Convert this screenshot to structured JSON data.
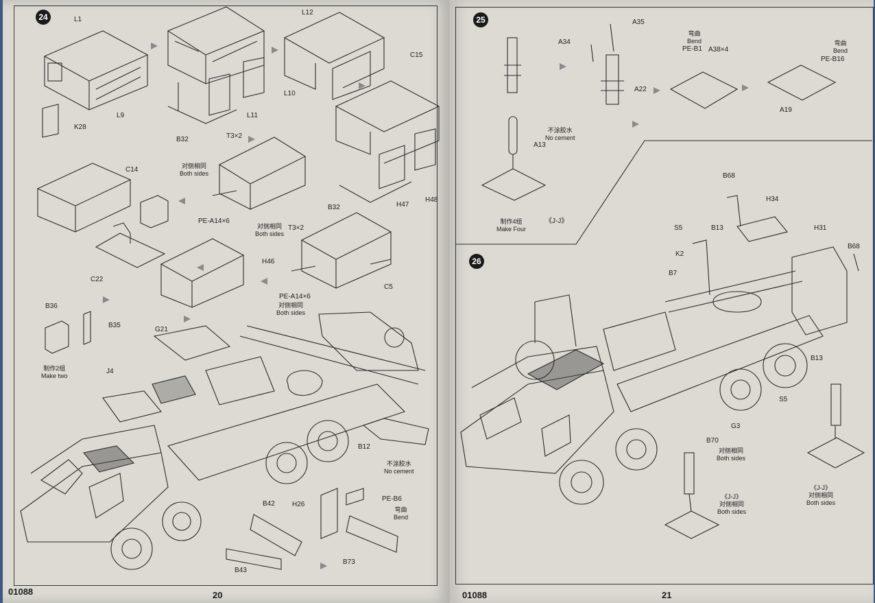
{
  "left_page": {
    "step": "24",
    "page_number": "20",
    "catalog_number": "01088",
    "parts": [
      "L1",
      "L12",
      "C15",
      "L9",
      "K28",
      "L10",
      "L11",
      "B32",
      "T3×2",
      "PE-A14×6",
      "C14",
      "C22",
      "H46",
      "T3×2",
      "PE-A14×6",
      "C5",
      "B32",
      "H47",
      "H48",
      "B36",
      "B35",
      "G21",
      "J4",
      "B12",
      "B42",
      "H26",
      "PE-B6",
      "B43",
      "B73"
    ],
    "notes": {
      "both_sides_cn": "对侧相同",
      "both_sides_en": "Both sides",
      "make_two_cn": "制作2组",
      "make_two_en": "Make two",
      "no_cement_cn": "不涂胶水",
      "no_cement_en": "No cement",
      "bend_cn": "弯曲",
      "bend_en": "Bend"
    }
  },
  "right_page": {
    "step25": "25",
    "step26": "26",
    "page_number": "21",
    "catalog_number": "01088",
    "parts": [
      "A35",
      "A34",
      "A22",
      "A13",
      "PE-B1",
      "A38×4",
      "PE-B16",
      "A19",
      "B68",
      "H34",
      "S5",
      "B13",
      "H31",
      "B68",
      "K2",
      "B7",
      "B13",
      "S5",
      "G3",
      "B70"
    ],
    "notes": {
      "bend_cn": "弯曲",
      "bend_en": "Bend",
      "no_cement_cn": "不涂胶水",
      "no_cement_en": "No cement",
      "make_four_cn": "制作4组",
      "make_four_en": "Make Four",
      "jj": "《J-J》",
      "both_sides_cn": "对侧相同",
      "both_sides_en": "Both sides"
    }
  }
}
